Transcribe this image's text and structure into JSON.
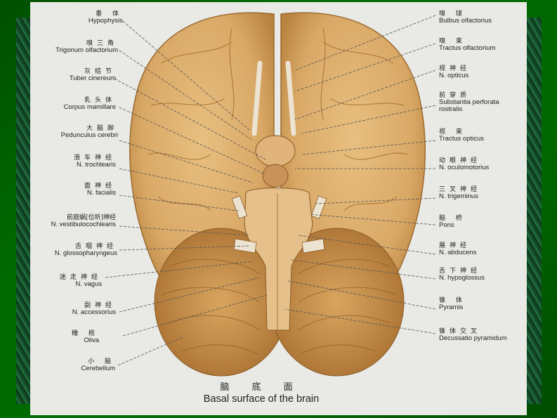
{
  "figure": {
    "caption_zh": "脑 底 面",
    "caption_en": "Basal surface of the brain",
    "colors": {
      "background": "#006400",
      "panel": "#e9e9e5",
      "brain": "#d9a866",
      "text": "#222222"
    }
  },
  "labels_left": [
    {
      "zh": "垂 体",
      "en": "Hypophysis"
    },
    {
      "zh": "嗅三角",
      "en": "Trigonum olfactorium"
    },
    {
      "zh": "灰结节",
      "en": "Tuber cinereum"
    },
    {
      "zh": "乳头体",
      "en": "Corpus mamillare"
    },
    {
      "zh": "大脑脚",
      "en": "Pedunculus cerebri"
    },
    {
      "zh": "滑车神经",
      "en": "N. trochlearis"
    },
    {
      "zh": "面神经",
      "en": "N. facialis"
    },
    {
      "zh": "前庭蜗[位听]神经",
      "en": "N. vestibulocochlearis"
    },
    {
      "zh": "舌咽神经",
      "en": "N. glossopharyngeus"
    },
    {
      "zh": "迷走神经",
      "en": "N. vagus"
    },
    {
      "zh": "副神经",
      "en": "N. accessorius"
    },
    {
      "zh": "橄 榄",
      "en": "Oliva"
    },
    {
      "zh": "小 脑",
      "en": "Cerebellum"
    }
  ],
  "labels_right": [
    {
      "zh": "嗅 球",
      "en": "Bulbus olfactorius"
    },
    {
      "zh": "嗅 束",
      "en": "Tractus olfactorium"
    },
    {
      "zh": "视神经",
      "en": "N. opticus"
    },
    {
      "zh": "前穿质",
      "en": "Substantia perforata rostralis"
    },
    {
      "zh": "视 束",
      "en": "Tractus opticus"
    },
    {
      "zh": "动眼神经",
      "en": "N. oculomotorius"
    },
    {
      "zh": "三叉神经",
      "en": "N. trigeminus"
    },
    {
      "zh": "脑 桥",
      "en": "Pons"
    },
    {
      "zh": "展神经",
      "en": "N. abducens"
    },
    {
      "zh": "舌下神经",
      "en": "N. hypoglossus"
    },
    {
      "zh": "锥 体",
      "en": "Pyramis"
    },
    {
      "zh": "锥体交叉",
      "en": "Decussatio pyramidum"
    }
  ]
}
